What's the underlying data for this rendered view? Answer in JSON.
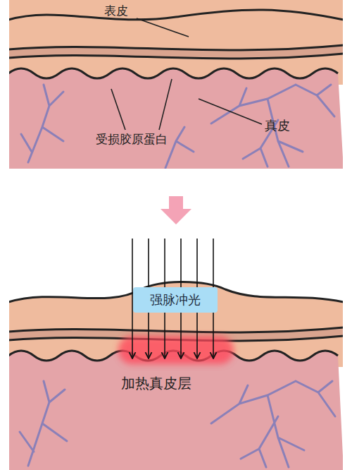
{
  "diagram": {
    "nodes": [
      {
        "text": [
          "强脉冲光"
        ]
      }
    ],
    "labels": [
      "表皮",
      "受损胶原蛋白",
      "真皮",
      "加热真皮层"
    ]
  }
}
